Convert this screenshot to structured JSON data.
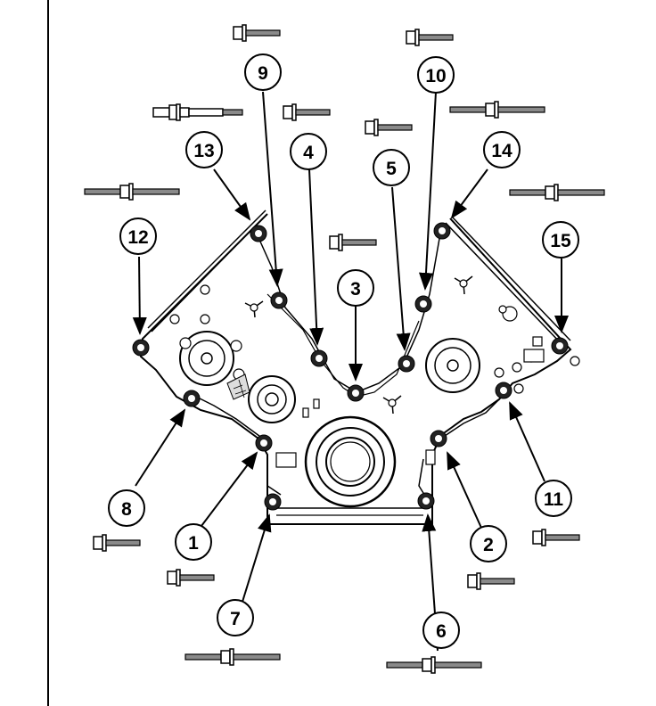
{
  "figure": {
    "callouts": [
      {
        "id": "1",
        "label": "1"
      },
      {
        "id": "2",
        "label": "2"
      },
      {
        "id": "3",
        "label": "3"
      },
      {
        "id": "4",
        "label": "4"
      },
      {
        "id": "5",
        "label": "5"
      },
      {
        "id": "6",
        "label": "6"
      },
      {
        "id": "7",
        "label": "7"
      },
      {
        "id": "8",
        "label": "8"
      },
      {
        "id": "9",
        "label": "9"
      },
      {
        "id": "10",
        "label": "10"
      },
      {
        "id": "11",
        "label": "11"
      },
      {
        "id": "12",
        "label": "12"
      },
      {
        "id": "13",
        "label": "13"
      },
      {
        "id": "14",
        "label": "14"
      },
      {
        "id": "15",
        "label": "15"
      }
    ],
    "bolt_types": [
      "flange-bolt",
      "long-stud-bolt",
      "stud"
    ],
    "colors": {
      "ink": "#000000",
      "paper": "#ffffff",
      "thread": "#6f6f6f"
    }
  }
}
